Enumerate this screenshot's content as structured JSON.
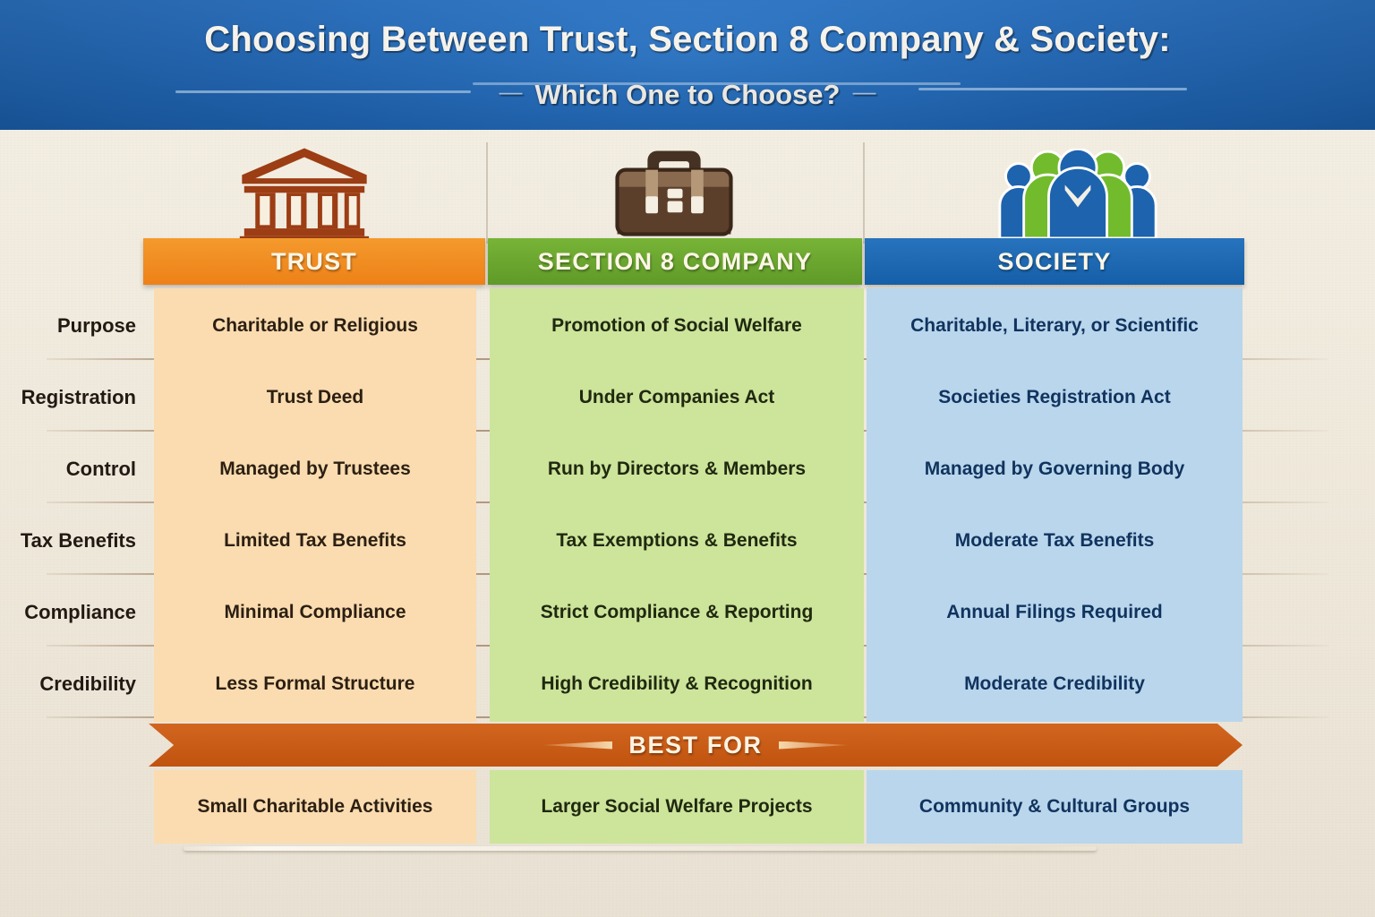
{
  "header": {
    "title": "Choosing Between Trust, Section 8 Company & Society:",
    "subtitle": "Which One to Choose?",
    "dash_left": "—",
    "dash_right": "—",
    "background_color": "#1f66b6",
    "title_color": "#fdfaf2"
  },
  "columns": [
    {
      "key": "trust",
      "label": "TRUST",
      "icon": "bank-building-icon",
      "header_color": "#ed8118",
      "cell_color": "#fadcb0",
      "text_color": "#2c1f12"
    },
    {
      "key": "section8",
      "label": "SECTION 8 COMPANY",
      "icon": "briefcase-icon",
      "header_color": "#5f9a28",
      "cell_color": "#cde49b",
      "text_color": "#20290f"
    },
    {
      "key": "society",
      "label": "SOCIETY",
      "icon": "people-group-icon",
      "header_color": "#155fa8",
      "cell_color": "#b9d6ec",
      "text_color": "#11335e"
    }
  ],
  "row_labels": [
    "Purpose",
    "Registration",
    "Control",
    "Tax Benefits",
    "Compliance",
    "Credibility"
  ],
  "rows": [
    {
      "label": "Purpose",
      "trust": "Charitable or Religious",
      "section8": "Promotion of Social Welfare",
      "society": "Charitable, Literary, or Scientific"
    },
    {
      "label": "Registration",
      "trust": "Trust Deed",
      "section8": "Under Companies Act",
      "society": "Societies Registration Act"
    },
    {
      "label": "Control",
      "trust": "Managed by Trustees",
      "section8": "Run by Directors & Members",
      "society": "Managed by Governing Body"
    },
    {
      "label": "Tax Benefits",
      "trust": "Limited Tax Benefits",
      "section8": "Tax Exemptions & Benefits",
      "society": "Moderate Tax Benefits"
    },
    {
      "label": "Compliance",
      "trust": "Minimal Compliance",
      "section8": "Strict Compliance & Reporting",
      "society": "Annual Filings Required"
    },
    {
      "label": "Credibility",
      "trust": "Less Formal Structure",
      "section8": "High Credibility & Recognition",
      "society": "Moderate Credibility"
    }
  ],
  "best_for": {
    "banner_label": "BEST FOR",
    "banner_color": "#c0530f",
    "trust": "Small Charitable Activities",
    "section8": "Larger Social Welfare Projects",
    "society": "Community & Cultural Groups"
  }
}
